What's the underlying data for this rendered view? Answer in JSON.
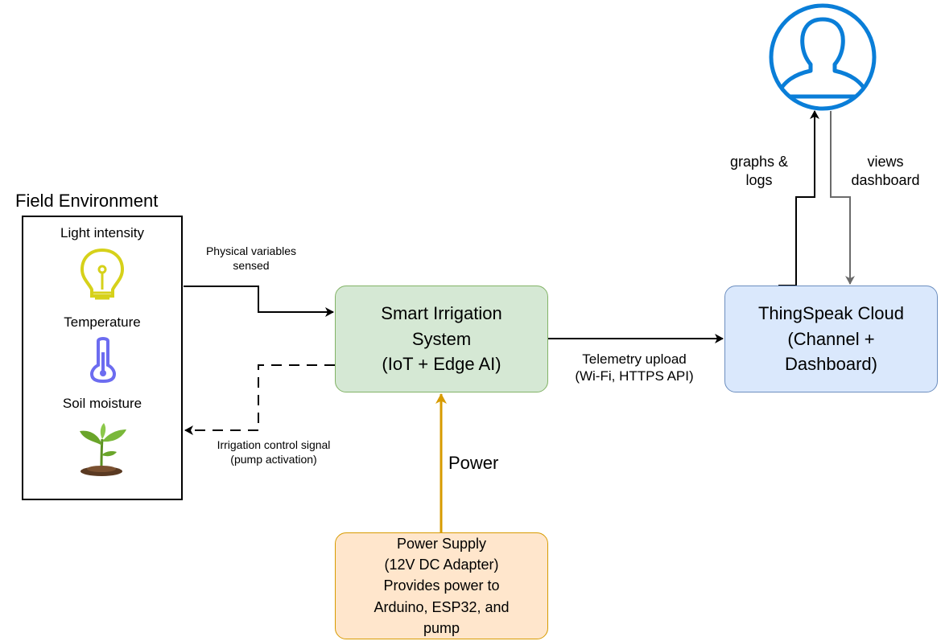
{
  "field": {
    "title": "Field Environment",
    "items": {
      "light": "Light intensity",
      "temperature": "Temperature",
      "soil": "Soil moisture"
    }
  },
  "system": {
    "line1": "Smart Irrigation",
    "line2": "System",
    "line3": "(IoT + Edge AI)"
  },
  "cloud": {
    "line1": "ThingSpeak Cloud",
    "line2": "(Channel +",
    "line3": "Dashboard)"
  },
  "power_supply": {
    "line1": "Power Supply",
    "line2": "(12V DC Adapter)",
    "line3": "Provides power to",
    "line4": "Arduino, ESP32, and",
    "line5": "pump"
  },
  "edges": {
    "sensed_1": "Physical variables",
    "sensed_2": "sensed",
    "control_1": "Irrigation control signal",
    "control_2": "(pump activation)",
    "telemetry_1": "Telemetry upload",
    "telemetry_2": "(Wi-Fi, HTTPS API)",
    "power": "Power",
    "graphs_1": "graphs &",
    "graphs_2": "logs",
    "views_1": "views",
    "views_2": "dashboard"
  },
  "icons": [
    "lightbulb-icon",
    "thermometer-icon",
    "plant-icon",
    "user-icon"
  ],
  "colors": {
    "system_fill": "#d5e8d4",
    "system_stroke": "#82b366",
    "cloud_fill": "#dae8fc",
    "cloud_stroke": "#6c8ebf",
    "power_fill": "#ffe6cc",
    "power_stroke": "#d79b00",
    "user_blue": "#0a7ed8",
    "bulb": "#d6d11a",
    "thermo": "#6c6cf0"
  }
}
